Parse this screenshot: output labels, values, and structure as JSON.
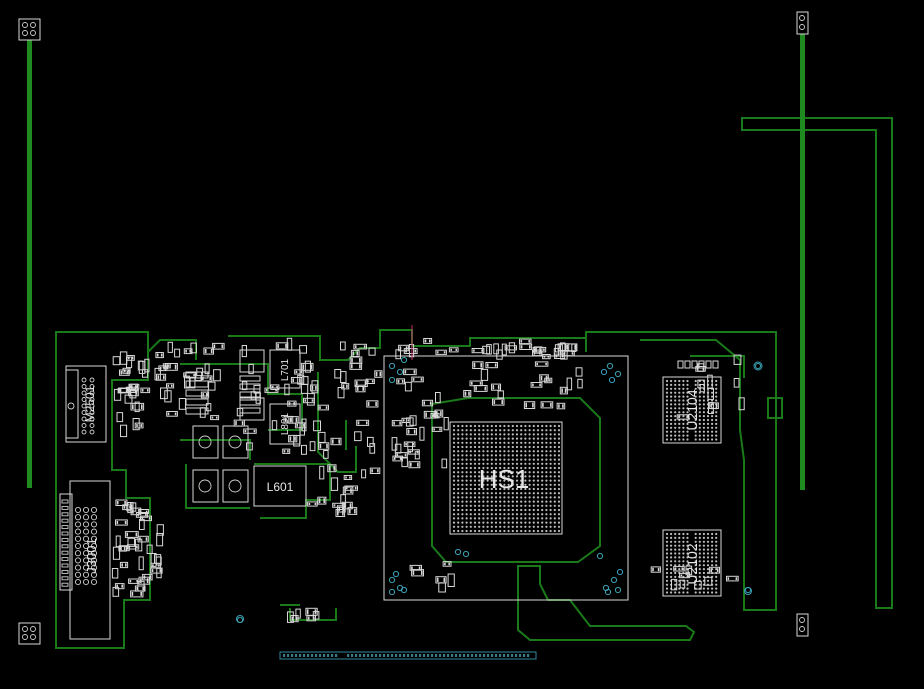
{
  "board": {
    "background": "#000000",
    "outline_color": "#1a7a1a",
    "silkscreen_color": "#d8d8d8",
    "via_color": "#3aa0b4"
  },
  "labels": {
    "hs1": "HS1",
    "u2104": "U2104",
    "u2102": "U2102",
    "l601": "L601",
    "l701": "L701",
    "l801": "L801",
    "m2501": "M2501",
    "j3001": "J3001"
  }
}
